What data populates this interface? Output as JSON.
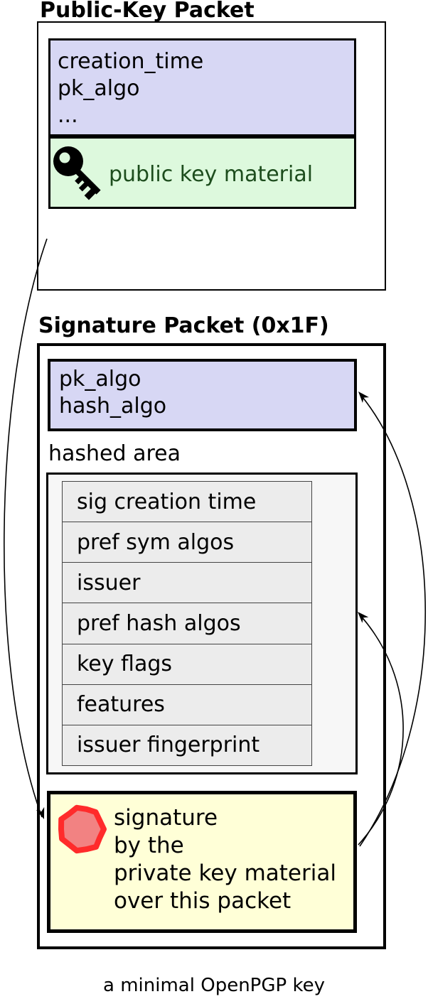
{
  "public_key_packet": {
    "title": "Public-Key Packet",
    "fields": [
      "creation_time",
      "pk_algo",
      "..."
    ],
    "key_material": {
      "icon": "key-icon",
      "label": "public key material"
    },
    "colors": {
      "fields_bg": "#d7d7f4",
      "material_bg": "#ddf9dd",
      "material_text": "#1d4d1d"
    }
  },
  "signature_packet": {
    "title": "Signature Packet (0x1F)",
    "fields": [
      "pk_algo",
      "hash_algo"
    ],
    "hashed_area": {
      "label": "hashed area",
      "rows": [
        "sig creation time",
        "pref sym algos",
        "issuer",
        "pref hash algos",
        "key flags",
        "features",
        "issuer fingerprint"
      ]
    },
    "signature": {
      "icon": "seal-icon",
      "lines": [
        "signature",
        "by the",
        "private key material",
        "over this packet"
      ],
      "colors": {
        "bg": "#ffffd7",
        "seal_ring": "#ff2b2b",
        "seal_fill": "#f28282"
      }
    },
    "colors": {
      "fields_bg": "#d7d7f4"
    }
  },
  "caption": "a minimal OpenPGP key"
}
